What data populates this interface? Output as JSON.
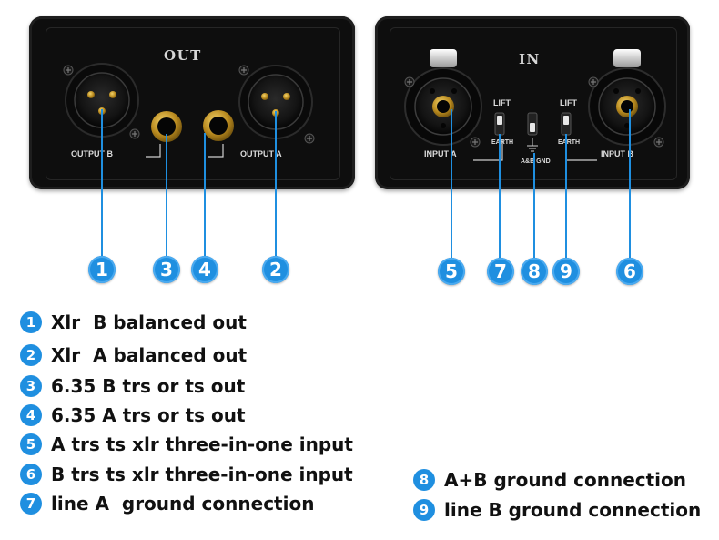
{
  "out_panel": {
    "title": "OUT",
    "output_b_label": "OUTPUT B",
    "output_a_label": "OUTPUT A"
  },
  "in_panel": {
    "title": "IN",
    "input_a_label": "INPUT A",
    "input_b_label": "INPUT B",
    "lift_label": "LIFT",
    "earth_label": "EARTH",
    "ab_gnd_label": "A&B GND"
  },
  "markers": [
    "1",
    "3",
    "4",
    "2",
    "5",
    "7",
    "8",
    "9",
    "6"
  ],
  "legend": [
    {
      "num": "1",
      "text": "Xlr  B balanced out"
    },
    {
      "num": "2",
      "text": "Xlr  A balanced out"
    },
    {
      "num": "3",
      "text": "6.35 B trs or ts out"
    },
    {
      "num": "4",
      "text": "6.35 A trs or ts out"
    },
    {
      "num": "5",
      "text": "A trs ts xlr three-in-one input"
    },
    {
      "num": "6",
      "text": "B trs ts xlr three-in-one input"
    },
    {
      "num": "7",
      "text": "line A  ground connection"
    },
    {
      "num": "8",
      "text": "A+B ground connection"
    },
    {
      "num": "9",
      "text": "line B ground connection"
    }
  ],
  "colors": {
    "accent": "#1f8fe0",
    "panel": "#0e0e0e",
    "silkscreen": "#dcdcdc",
    "gold": "#c9a12b"
  }
}
